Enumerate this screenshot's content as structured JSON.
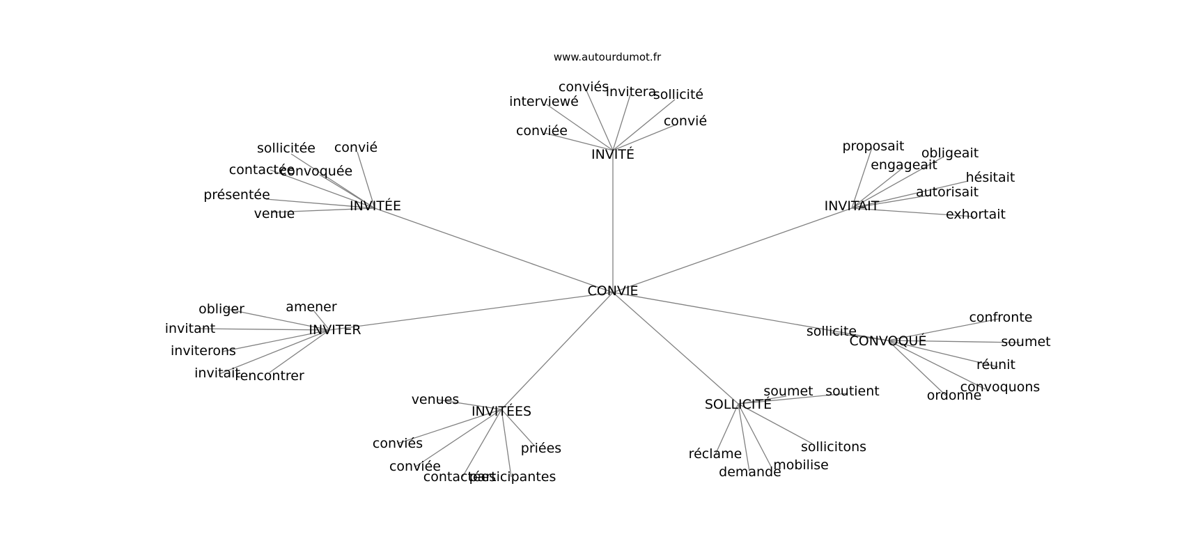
{
  "source_label": "www.autourdumot.fr",
  "center": {
    "label": "CONVIE"
  },
  "hubs": [
    {
      "label": "INVITÉ",
      "leaves": [
        "conviés",
        "invitera",
        "sollicité",
        "interviewé",
        "conviée",
        "convié"
      ]
    },
    {
      "label": "INVITÉE",
      "leaves": [
        "sollicitée",
        "convié",
        "contactée",
        "convoquée",
        "présentée",
        "venue"
      ]
    },
    {
      "label": "INVITAIT",
      "leaves": [
        "proposait",
        "obligeait",
        "engageait",
        "hésitait",
        "autorisait",
        "exhortait"
      ]
    },
    {
      "label": "INVITER",
      "leaves": [
        "obliger",
        "amener",
        "invitant",
        "inviterons",
        "invitait",
        "rencontrer"
      ]
    },
    {
      "label": "CONVOQUÉ",
      "leaves": [
        "sollicite",
        "confronte",
        "soumet",
        "réunit",
        "convoquons",
        "ordonne"
      ]
    },
    {
      "label": "INVITÉES",
      "leaves": [
        "venues",
        "conviés",
        "conviée",
        "contactées",
        "participantes",
        "priées"
      ]
    },
    {
      "label": "SOLLICITÉ",
      "leaves": [
        "soumet",
        "soutient",
        "sollicitons",
        "réclame",
        "mobilise",
        "demande"
      ]
    }
  ]
}
